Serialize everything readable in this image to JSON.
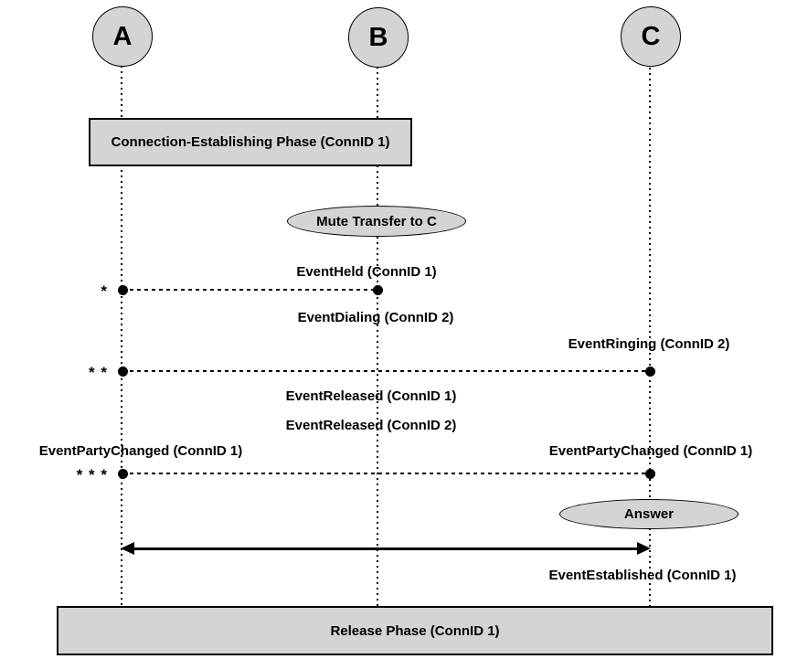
{
  "diagram": {
    "actors": [
      {
        "label": "A"
      },
      {
        "label": "B"
      },
      {
        "label": "C"
      }
    ],
    "phases": [
      {
        "label": "Connection-Establishing Phase (ConnID 1)"
      },
      {
        "label": "Release Phase (ConnID 1)"
      }
    ],
    "actions": [
      {
        "label": "Mute Transfer to C"
      },
      {
        "label": "Answer"
      }
    ],
    "events": [
      {
        "label": "EventHeld (ConnID 1)"
      },
      {
        "label": "EventDialing (ConnID 2)"
      },
      {
        "label": "EventRinging (ConnID 2)"
      },
      {
        "label": "EventReleased (ConnID 1)"
      },
      {
        "label": "EventReleased (ConnID 2)"
      },
      {
        "label": "EventPartyChanged (ConnID 1)"
      },
      {
        "label": "EventPartyChanged (ConnID 1)"
      },
      {
        "label": "EventEstablished (ConnID 1)"
      }
    ],
    "step_markers": [
      {
        "label": "*"
      },
      {
        "label": "* *"
      },
      {
        "label": "* * *"
      }
    ],
    "colors": {
      "node_fill": "#d4d4d4",
      "line": "#000000",
      "text": "#000000",
      "background": "#ffffff"
    }
  }
}
